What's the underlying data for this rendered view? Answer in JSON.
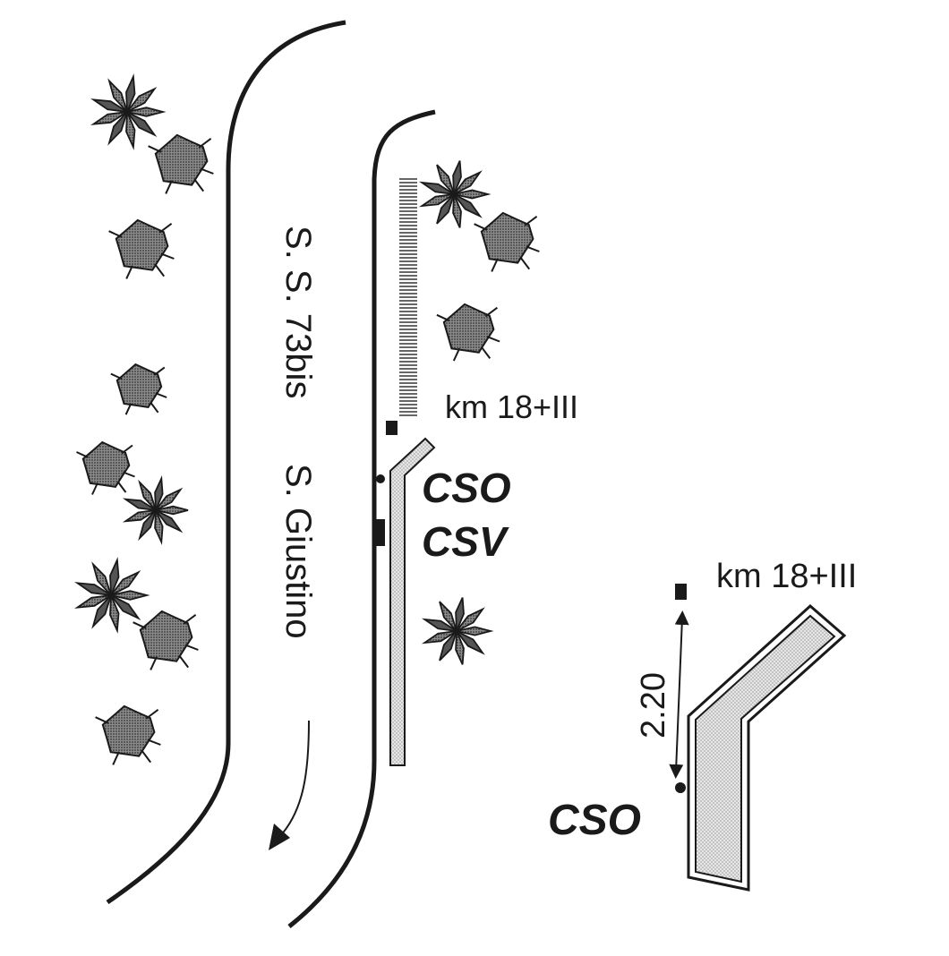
{
  "road": {
    "name_line1": "S. S. 73bis",
    "name_line2": "S. Giustino"
  },
  "main_view": {
    "km_label": "km 18+III",
    "cso_label": "CSO",
    "csv_label": "CSV"
  },
  "detail_view": {
    "km_label": "km 18+III",
    "distance_label": "2.20",
    "cso_label": "CSO"
  },
  "colors": {
    "ink": "#1a1a1a",
    "fill_light": "#d9d9d9",
    "tree_fill": "#6a6a6a"
  }
}
